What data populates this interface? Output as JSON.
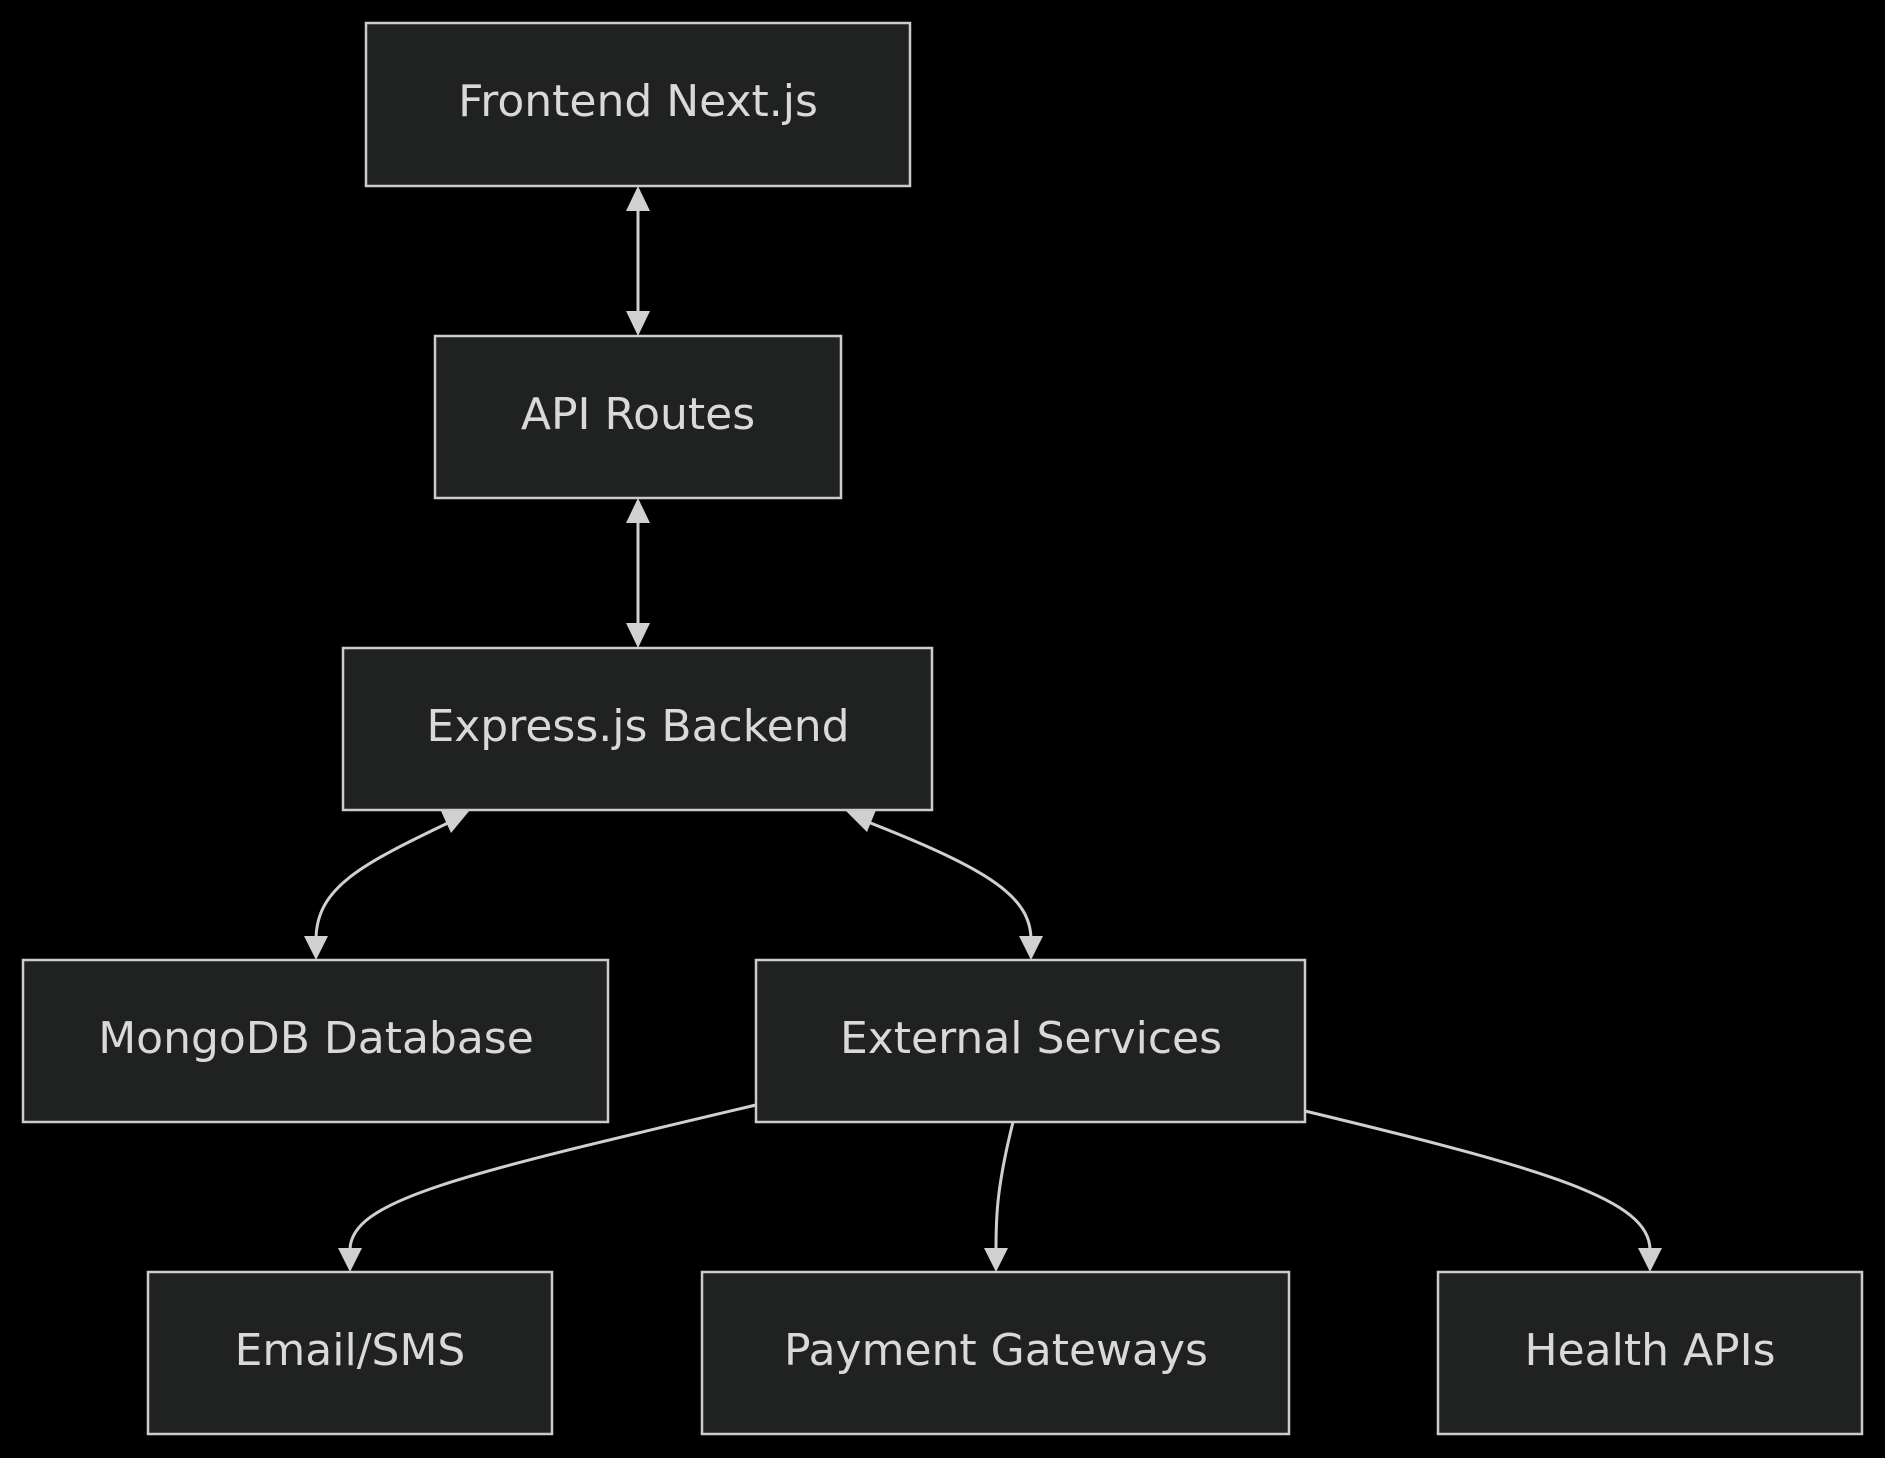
{
  "diagram": {
    "type": "flowchart",
    "nodes": {
      "frontend": {
        "label": "Frontend Next.js"
      },
      "api_routes": {
        "label": "API Routes"
      },
      "express": {
        "label": "Express.js Backend"
      },
      "mongodb": {
        "label": "MongoDB Database"
      },
      "external": {
        "label": "External Services"
      },
      "email_sms": {
        "label": "Email/SMS"
      },
      "payment": {
        "label": "Payment Gateways"
      },
      "health": {
        "label": "Health APIs"
      }
    },
    "edges": [
      {
        "from": "frontend",
        "to": "api_routes",
        "direction": "both"
      },
      {
        "from": "api_routes",
        "to": "express",
        "direction": "both"
      },
      {
        "from": "express",
        "to": "mongodb",
        "direction": "both"
      },
      {
        "from": "express",
        "to": "external",
        "direction": "both"
      },
      {
        "from": "external",
        "to": "email_sms",
        "direction": "forward"
      },
      {
        "from": "external",
        "to": "payment",
        "direction": "forward"
      },
      {
        "from": "external",
        "to": "health",
        "direction": "forward"
      }
    ],
    "colors": {
      "background": "#000000",
      "node_fill": "#202221",
      "node_border": "#cccccc",
      "text": "#d9d9d9",
      "edge": "#d0d0d0"
    }
  }
}
